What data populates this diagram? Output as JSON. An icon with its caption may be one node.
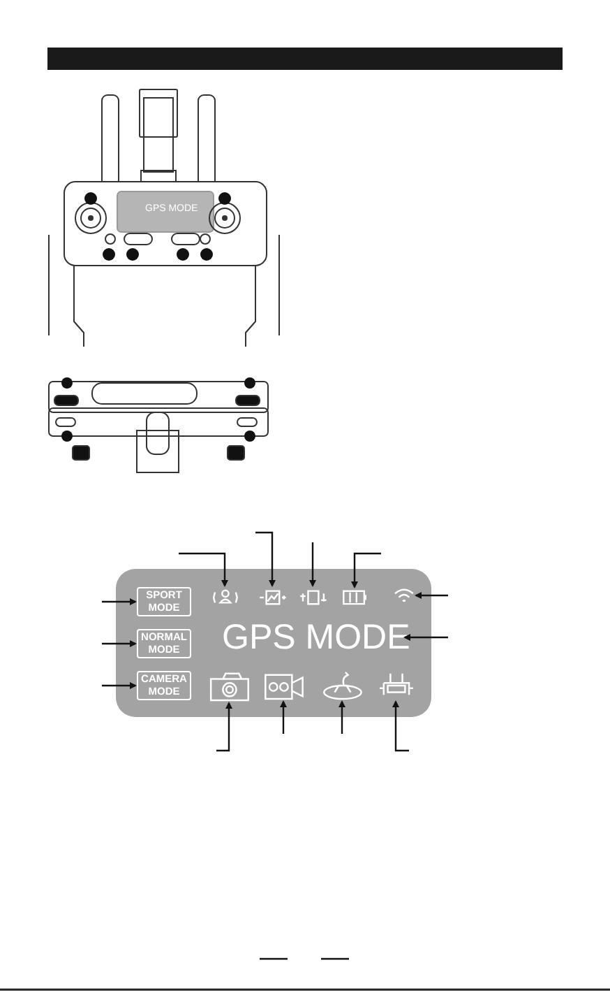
{
  "diagram": {
    "nodes": [
      {
        "text": [],
        "shape": "box"
      },
      {
        "text": [
          "SPORT MODE"
        ],
        "in": 0
      },
      {
        "text": [
          "NORMAL MODE"
        ],
        "in": 0
      },
      {
        "text": [
          "CAMERA MODE"
        ],
        "in": 0
      },
      {
        "text": [
          "GPS MODE"
        ],
        "in": 0
      },
      {
        "text": [],
        "shape": "picture",
        "in": 0
      },
      {
        "text": [],
        "shape": "picture",
        "in": 0
      },
      {
        "text": [],
        "shape": "picture",
        "in": 0
      },
      {
        "text": [],
        "shape": "picture",
        "in": 0
      },
      {
        "text": [],
        "shape": "picture",
        "in": 0
      },
      {
        "text": [],
        "shape": "picture",
        "in": 0
      },
      {
        "text": [],
        "shape": "picture",
        "in": 0
      },
      {
        "text": [],
        "shape": "picture",
        "in": 0
      },
      {
        "text": [],
        "shape": "picture",
        "in": 0
      }
    ],
    "edges": [
      {
        "from": null,
        "to": 1,
        "arrow": "to"
      },
      {
        "from": null,
        "to": 2,
        "arrow": "to"
      },
      {
        "from": null,
        "to": 3,
        "arrow": "to"
      },
      {
        "from": null,
        "to": 5,
        "arrow": "to"
      },
      {
        "from": null,
        "to": 6,
        "arrow": "to"
      },
      {
        "from": null,
        "to": 7,
        "arrow": "to"
      },
      {
        "from": null,
        "to": 8,
        "arrow": "to"
      },
      {
        "from": null,
        "to": 9,
        "arrow": "to"
      },
      {
        "from": null,
        "to": 4,
        "arrow": "to"
      },
      {
        "from": null,
        "to": 10,
        "arrow": "to"
      },
      {
        "from": null,
        "to": 11,
        "arrow": "to"
      },
      {
        "from": null,
        "to": 12,
        "arrow": "to"
      },
      {
        "from": null,
        "to": 13,
        "arrow": "to"
      }
    ],
    "labels": [
      "GPS MODE"
    ]
  }
}
